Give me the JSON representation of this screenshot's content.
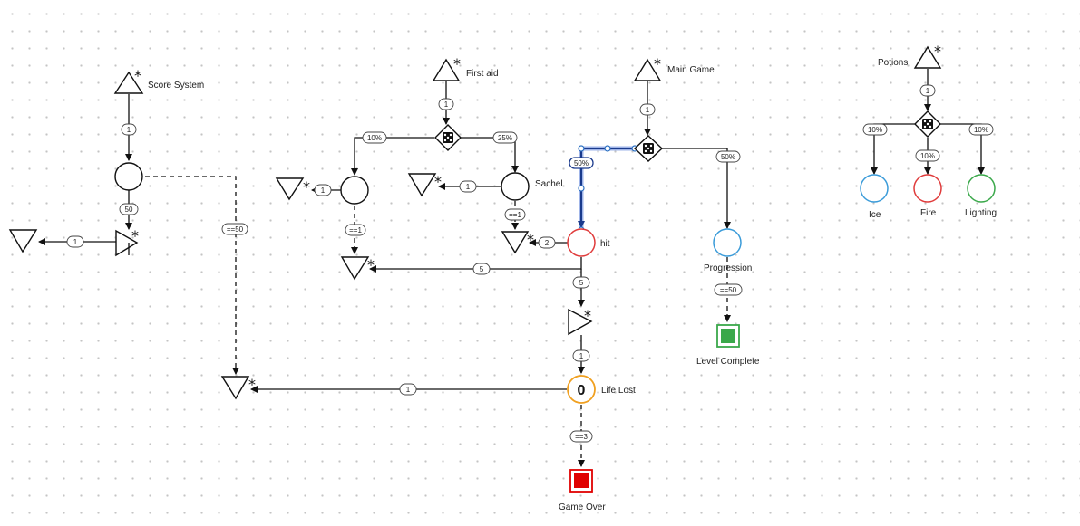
{
  "nodes": {
    "score_system": "Score System",
    "first_aid": "First aid",
    "main_game": "Main Game",
    "potions": "Potions",
    "sachel": "Sachel",
    "hit": "hit",
    "progression": "Progression",
    "level_complete": "Level Complete",
    "life_lost": "Life Lost",
    "life_lost_value": "0",
    "game_over": "Game Over",
    "ice": "Ice",
    "fire": "Fire",
    "lighting": "Lighting"
  },
  "edges": {
    "score_src": "1",
    "score_pool_out": "50",
    "score_to_drain": "1",
    "score_dashed": "==50",
    "first_aid_src": "1",
    "first_aid_left": "10%",
    "first_aid_right": "25%",
    "left_pool_out": "1",
    "left_pool_dashed": "==1",
    "sachel_out": "1",
    "sachel_dashed": "==1",
    "main_src": "1",
    "main_left": "50%",
    "main_right": "50%",
    "hit_left": "2",
    "hit_to_drain": "5",
    "hit_down": "5",
    "gate_to_life": "1",
    "life_to_drain": "1",
    "life_dashed": "==3",
    "progression_dashed": "==50",
    "potions_src": "1",
    "potions_ice": "10%",
    "potions_fire": "10%",
    "potions_lighting": "10%"
  },
  "colors": {
    "hit": "#e03b3b",
    "progression": "#3a9bd9",
    "life_lost": "#f0a020",
    "game_over": "#e00000",
    "level_complete": "#3aa84a",
    "ice": "#3a9bd9",
    "fire": "#e03b3b",
    "lighting": "#3aa84a",
    "selection": "#1a3a8c"
  },
  "icons": {
    "source_star": "asterisk",
    "gate": "dice"
  }
}
